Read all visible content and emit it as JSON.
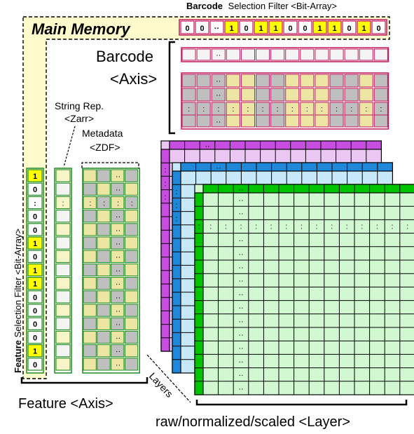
{
  "main_memory": {
    "label": "Main Memory"
  },
  "barcode_filter": {
    "title_bold": "Barcode",
    "title_rest": "Selection Filter <Bit-Array>",
    "bits": [
      "0",
      "0",
      "··",
      "1",
      "0",
      "1",
      "1",
      "0",
      "0",
      "1",
      "1",
      "0",
      "1",
      "0"
    ]
  },
  "barcode_axis": {
    "line1": "Barcode",
    "line2": "<Axis>"
  },
  "feature_filter": {
    "title_bold": "Feature",
    "title_rest": "Selection Filter <Bit-Array>",
    "bits": [
      "1",
      "0",
      ":",
      "0",
      "0",
      "1",
      "0",
      "1",
      "1",
      "0",
      "0",
      "0",
      "0",
      "1",
      "0"
    ]
  },
  "string_rep": {
    "line1": "String Rep.",
    "line2": "<Zarr>"
  },
  "metadata": {
    "line1": "Metadata",
    "line2": "<ZDF>"
  },
  "feature_axis": {
    "label": "Feature <Axis>"
  },
  "layers": {
    "arrow_label": "Layers",
    "caption": "raw/normalized/scaled <Layer>"
  },
  "glyphs": {
    "hdots": "··",
    "vdots": ":"
  },
  "colors": {
    "main_memory_bg": "#fffbcc",
    "bit_one": "#ffff00",
    "barcode_border": "#c2185b",
    "feature_border": "#1e8c1e",
    "meta_yellow": "#ede5a3",
    "meta_gray": "#bfbfbf",
    "string_light": "#f4f4f4",
    "string_yellow": "#f7f5c8",
    "layer_purple": "#c74ee0",
    "layer_purple_fill": "#ebc8f4",
    "layer_blue": "#1f88d8",
    "layer_blue_fill": "#c6e8f8",
    "layer_green": "#00c400",
    "layer_green_fill": "#d2f8d2"
  }
}
